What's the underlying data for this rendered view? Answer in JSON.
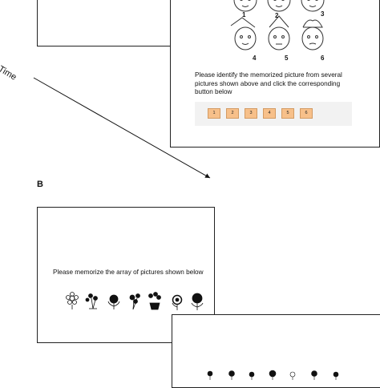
{
  "time_label": "Time",
  "panel_label": "B",
  "recognition": {
    "face_numbers": [
      "1",
      "2",
      "3",
      "4",
      "5",
      "6"
    ],
    "instruction": "Please identify the memorized picture from several pictures shown above and click the corresponding button below",
    "buttons": [
      "1",
      "2",
      "3",
      "4",
      "5",
      "6"
    ]
  },
  "memorize": {
    "instruction": "Please memorize the array of pictures shown below",
    "icons": [
      "flower-icon",
      "flower-icon",
      "flower-icon",
      "flower-icon",
      "flower-icon",
      "flower-icon",
      "flower-icon"
    ]
  },
  "colors": {
    "button_fill": "#f7c08a",
    "button_border": "#d39b63",
    "button_bar": "#f2f2f2"
  }
}
